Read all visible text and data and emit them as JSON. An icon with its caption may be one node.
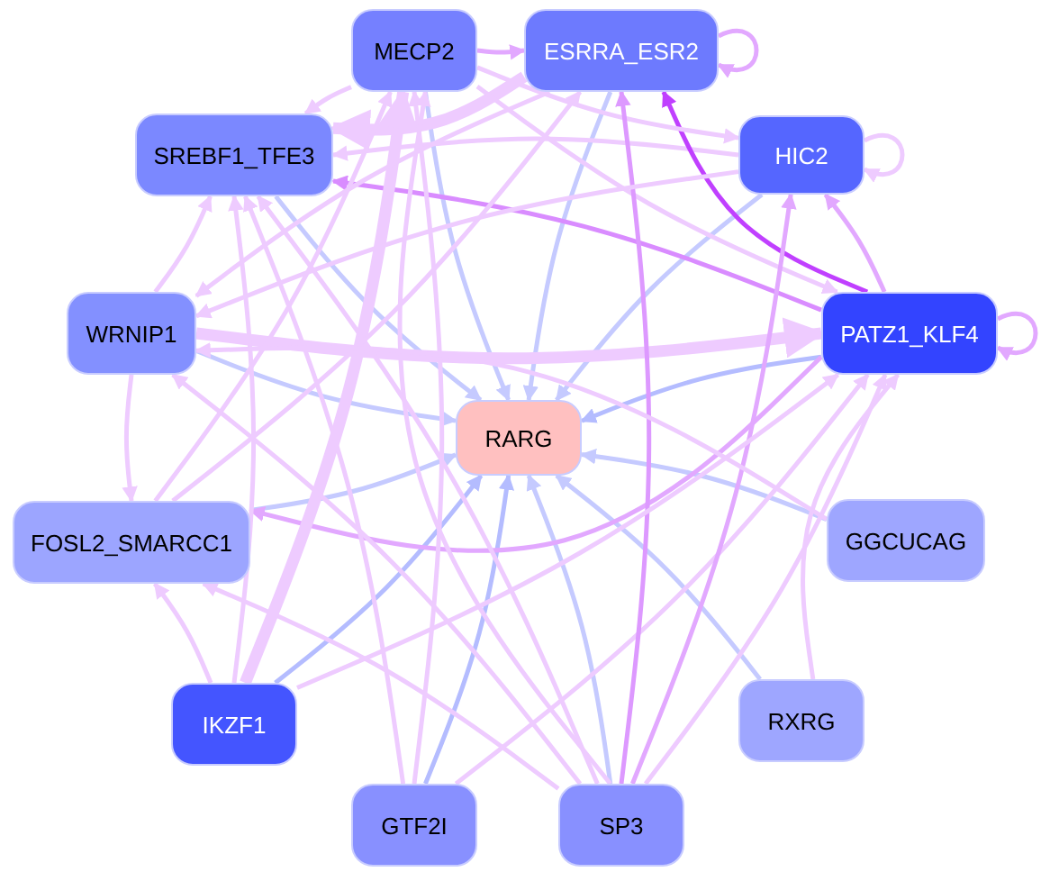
{
  "diagram": {
    "nodes": [
      {
        "text": [
          "MECP2"
        ]
      },
      {
        "text": [
          "ESRRA_ESR2"
        ]
      },
      {
        "text": [
          "SREBF1_TFE3"
        ]
      },
      {
        "text": [
          "HIC2"
        ]
      },
      {
        "text": [
          "WRNIP1"
        ]
      },
      {
        "text": [
          "PATZ1_KLF4"
        ]
      },
      {
        "text": [
          "RARG"
        ]
      },
      {
        "text": [
          "FOSL2_SMARCC1"
        ]
      },
      {
        "text": [
          "GGCUCAG"
        ]
      },
      {
        "text": [
          "IKZF1"
        ]
      },
      {
        "text": [
          "RXRG"
        ]
      },
      {
        "text": [
          "GTF2I"
        ]
      },
      {
        "text": [
          "SP3"
        ]
      }
    ],
    "edges": [
      {
        "from": 0,
        "to": 6,
        "arrow": "to",
        "color": "#c5caff"
      },
      {
        "from": 1,
        "to": 6,
        "arrow": "to",
        "color": "#c5caff"
      },
      {
        "from": 2,
        "to": 6,
        "arrow": "to",
        "color": "#c5caff"
      },
      {
        "from": 3,
        "to": 6,
        "arrow": "to",
        "color": "#c5caff"
      },
      {
        "from": 4,
        "to": 6,
        "arrow": "to",
        "color": "#c5caff"
      },
      {
        "from": 5,
        "to": 6,
        "arrow": "to",
        "color": "#b4bcff"
      },
      {
        "from": 7,
        "to": 6,
        "arrow": "to",
        "color": "#c5caff"
      },
      {
        "from": 8,
        "to": 6,
        "arrow": "to",
        "color": "#c5caff"
      },
      {
        "from": 9,
        "to": 6,
        "arrow": "to",
        "color": "#b4bcff"
      },
      {
        "from": 10,
        "to": 6,
        "arrow": "to",
        "color": "#c5caff"
      },
      {
        "from": 11,
        "to": 6,
        "arrow": "to",
        "color": "#b4bcff"
      },
      {
        "from": 12,
        "to": 6,
        "arrow": "to",
        "color": "#c5caff"
      },
      {
        "from": 1,
        "to": 1,
        "arrow": "to",
        "color": "#e2a8ff"
      },
      {
        "from": 3,
        "to": 3,
        "arrow": "to"
      },
      {
        "from": 5,
        "to": 5,
        "arrow": "to",
        "color": "#e2a8ff"
      },
      {
        "from": 0,
        "to": 1,
        "arrow": "to",
        "color": "#e2a8ff"
      },
      {
        "from": 0,
        "to": 2,
        "arrow": "to"
      },
      {
        "from": 1,
        "to": 2,
        "arrow": "to",
        "style": "thick"
      },
      {
        "from": 3,
        "to": 2,
        "arrow": "to"
      },
      {
        "from": 5,
        "to": 2,
        "arrow": "to",
        "color": "#d98cff"
      },
      {
        "from": 5,
        "to": 1,
        "arrow": "to",
        "color": "#c040ff"
      },
      {
        "from": 5,
        "to": 3,
        "arrow": "to",
        "color": "#e2a8ff"
      },
      {
        "from": 0,
        "to": 3,
        "arrow": "to"
      },
      {
        "from": 0,
        "to": 5,
        "arrow": "to"
      },
      {
        "from": 4,
        "to": 5,
        "arrow": "to",
        "style": "thick"
      },
      {
        "from": 4,
        "to": 2,
        "arrow": "to"
      },
      {
        "from": 4,
        "to": 7,
        "arrow": "to"
      },
      {
        "from": 5,
        "to": 7,
        "arrow": "to",
        "color": "#e2a8ff"
      },
      {
        "from": 9,
        "to": 7,
        "arrow": "to"
      },
      {
        "from": 12,
        "to": 7,
        "arrow": "to"
      },
      {
        "from": 9,
        "to": 2,
        "arrow": "to"
      },
      {
        "from": 9,
        "to": 0,
        "arrow": "to",
        "style": "thick"
      },
      {
        "from": 11,
        "to": 2,
        "arrow": "to"
      },
      {
        "from": 11,
        "to": 0,
        "arrow": "to"
      },
      {
        "from": 11,
        "to": 5,
        "arrow": "to"
      },
      {
        "from": 12,
        "to": 1,
        "arrow": "to",
        "color": "#dd99ff"
      },
      {
        "from": 12,
        "to": 3,
        "arrow": "to",
        "color": "#e2a8ff"
      },
      {
        "from": 12,
        "to": 5,
        "arrow": "to"
      },
      {
        "from": 12,
        "to": 4,
        "arrow": "to"
      },
      {
        "from": 12,
        "to": 0,
        "arrow": "to"
      },
      {
        "from": 12,
        "to": 2,
        "arrow": "to"
      },
      {
        "from": 10,
        "to": 5,
        "arrow": "to"
      },
      {
        "from": 9,
        "to": 5,
        "arrow": "to"
      },
      {
        "from": 7,
        "to": 1,
        "arrow": "to"
      },
      {
        "from": 7,
        "to": 0,
        "arrow": "to"
      },
      {
        "from": 3,
        "to": 4,
        "arrow": "to"
      },
      {
        "from": 1,
        "to": 4,
        "arrow": "to"
      },
      {
        "from": 8,
        "to": 4,
        "arrow": "to"
      }
    ]
  }
}
